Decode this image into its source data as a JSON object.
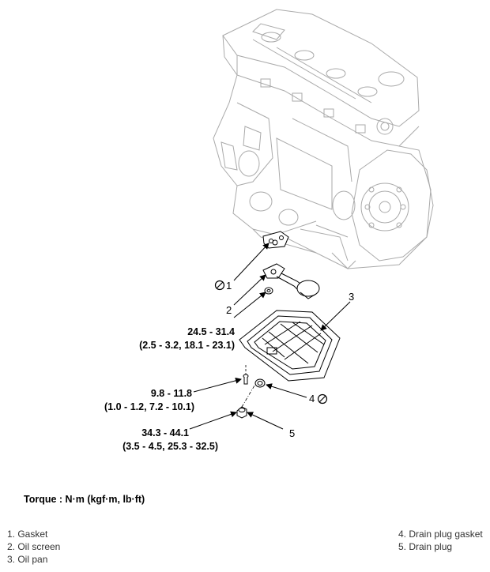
{
  "callouts": {
    "c1": "1",
    "c2": "2",
    "c3": "3",
    "c4": "4",
    "c5": "5"
  },
  "torque_specs": {
    "pan_bolt": {
      "nm": "24.5 - 31.4",
      "alt": "(2.5 - 3.2, 18.1 - 23.1)"
    },
    "small_bolt": {
      "nm": "9.8 - 11.8",
      "alt": "(1.0 - 1.2, 7.2 - 10.1)"
    },
    "drain_plug": {
      "nm": "34.3 - 44.1",
      "alt": "(3.5 - 4.5, 25.3 - 32.5)"
    }
  },
  "torque_heading": "Torque : N·m (kgf·m, lb·ft)",
  "legend": {
    "left": [
      "1. Gasket",
      "2. Oil screen",
      "3. Oil pan"
    ],
    "right": [
      "4. Drain plug gasket",
      "5. Drain plug"
    ]
  },
  "icons": {
    "do_not_reuse": "no-reuse-icon"
  }
}
